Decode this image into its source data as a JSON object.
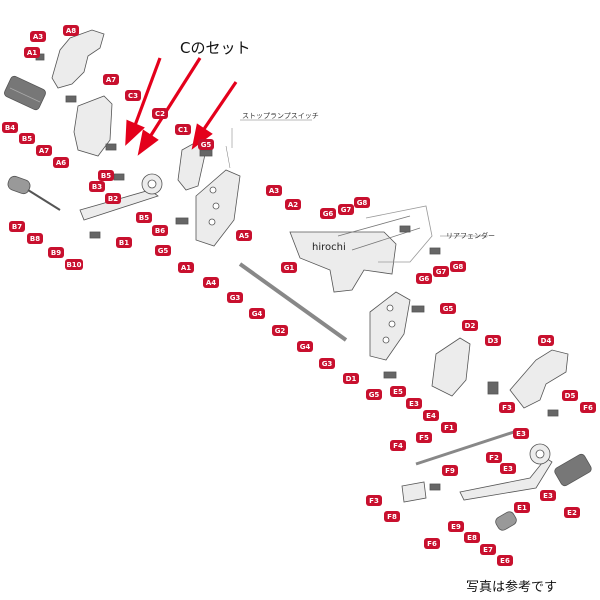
{
  "heading": "Cのセット",
  "annotations": {
    "stop_lamp_switch": "ストップランプスイッチ",
    "rear_fender": "リアフェンダー",
    "watermark": "hirochi"
  },
  "footer_note": "写真は参考です",
  "colors": {
    "label_fill": "#c8102e",
    "arrow": "#e4001b",
    "line": "#555555",
    "part_fill": "#ececec"
  },
  "part_labels": {
    "A8": "A8",
    "A3a": "A3",
    "A1a": "A1",
    "A7a": "A7",
    "B4": "B4",
    "B5a": "B5",
    "A7b": "A7",
    "A6": "A6",
    "C3": "C3",
    "C2": "C2",
    "C1": "C1",
    "G5a": "G5",
    "B5b": "B5",
    "B3": "B3",
    "B2": "B2",
    "B5c": "B5",
    "B6": "B6",
    "G5b": "G5",
    "A3b": "A3",
    "A2": "A2",
    "A5": "A5",
    "A1b": "A1",
    "A4": "A4",
    "B7": "B7",
    "B8": "B8",
    "B9": "B9",
    "B10": "B10",
    "B1": "B1",
    "G8a": "G8",
    "G7a": "G7",
    "G6a": "G6",
    "G1": "G1",
    "G6b": "G6",
    "G7b": "G7",
    "G8b": "G8",
    "G3a": "G3",
    "G4a": "G4",
    "G2": "G2",
    "G4b": "G4",
    "G3b": "G3",
    "G5c": "G5",
    "D1": "D1",
    "D2": "D2",
    "D3": "D3",
    "D4": "D4",
    "D5": "D5",
    "E5": "E5",
    "G5d": "G5",
    "E3a": "E3",
    "E4": "E4",
    "F3a": "F3",
    "F6a": "F6",
    "F1": "F1",
    "F5": "F5",
    "F4": "F4",
    "E3b": "E3",
    "F2": "F2",
    "F9": "F9",
    "F3b": "F3",
    "E3c": "E3",
    "E2": "E2",
    "E1": "E1",
    "F8": "F8",
    "F6b": "F6",
    "E9": "E9",
    "E8": "E8",
    "E7": "E7",
    "E6": "E6"
  }
}
